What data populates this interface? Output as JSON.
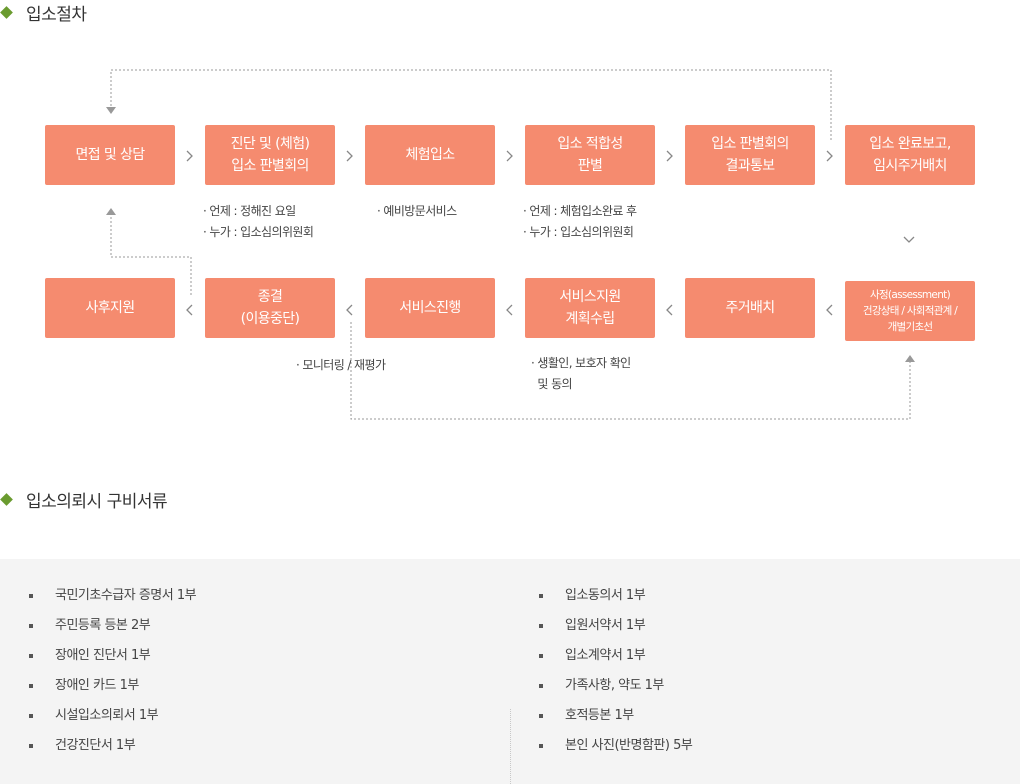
{
  "sections": {
    "procedure_title": "입소절차",
    "documents_title": "입소의뢰시 구비서류"
  },
  "steps_row1": [
    "면접 및 상담",
    "진단 및 (체험)\n입소 판별회의",
    "체험입소",
    "입소 적합성\n판별",
    "입소 판별회의\n결과통보",
    "입소 완료보고,\n임시주거배치"
  ],
  "steps_row2": [
    "사후지원",
    "종결\n(이용중단)",
    "서비스진행",
    "서비스지원\n계획수립",
    "주거배치",
    "사정(assessment)\n건강상태 / 사회적관계 /\n개별기초선"
  ],
  "notes": {
    "step2": "· 언제 : 정해진 요일\n· 누가 : 입소심의위원회",
    "step3": "· 예비방문서비스",
    "step4": "· 언제 : 체험입소완료 후\n· 누가 : 입소심의위원회",
    "service": "· 모니터링 / 재평가",
    "plan": "· 생활인, 보호자 확인\n  및 동의"
  },
  "documents": {
    "left": [
      "국민기초수급자 증명서 1부",
      "주민등록 등본 2부",
      "장애인 진단서 1부",
      "장애인 카드 1부",
      "시설입소의뢰서 1부",
      "건강진단서 1부"
    ],
    "right": [
      "입소동의서 1부",
      "입원서약서 1부",
      "입소계약서 1부",
      "가족사항, 약도 1부",
      "호적등본 1부",
      "본인 사진(반명함판) 5부"
    ]
  },
  "colors": {
    "step_box": "#f58b6f",
    "accent_diamond": "#6a9b2f",
    "panel_bg": "#f4f4f4"
  }
}
